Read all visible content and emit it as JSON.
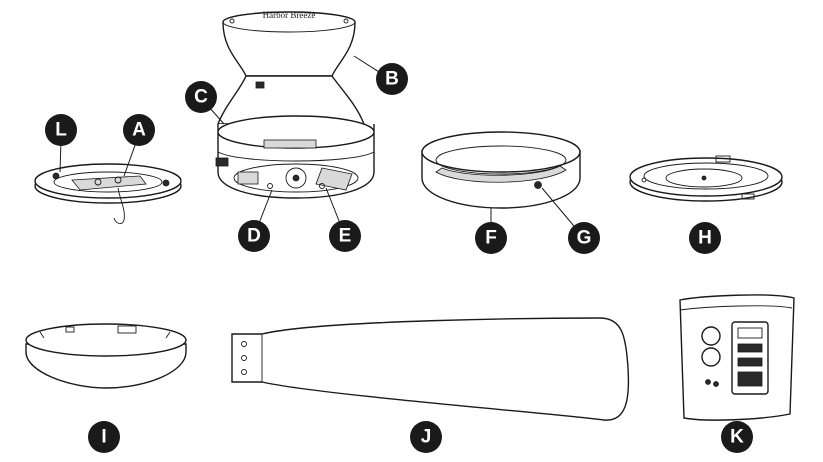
{
  "labels": [
    "L",
    "A",
    "B",
    "C",
    "D",
    "E",
    "F",
    "G",
    "H",
    "I",
    "J",
    "K"
  ],
  "brand_text": "Harbor Breeze",
  "colors": {
    "line": "#1a1a1a",
    "label_fill": "#1a1a1a",
    "label_text": "#ffffff",
    "background": "#ffffff"
  }
}
